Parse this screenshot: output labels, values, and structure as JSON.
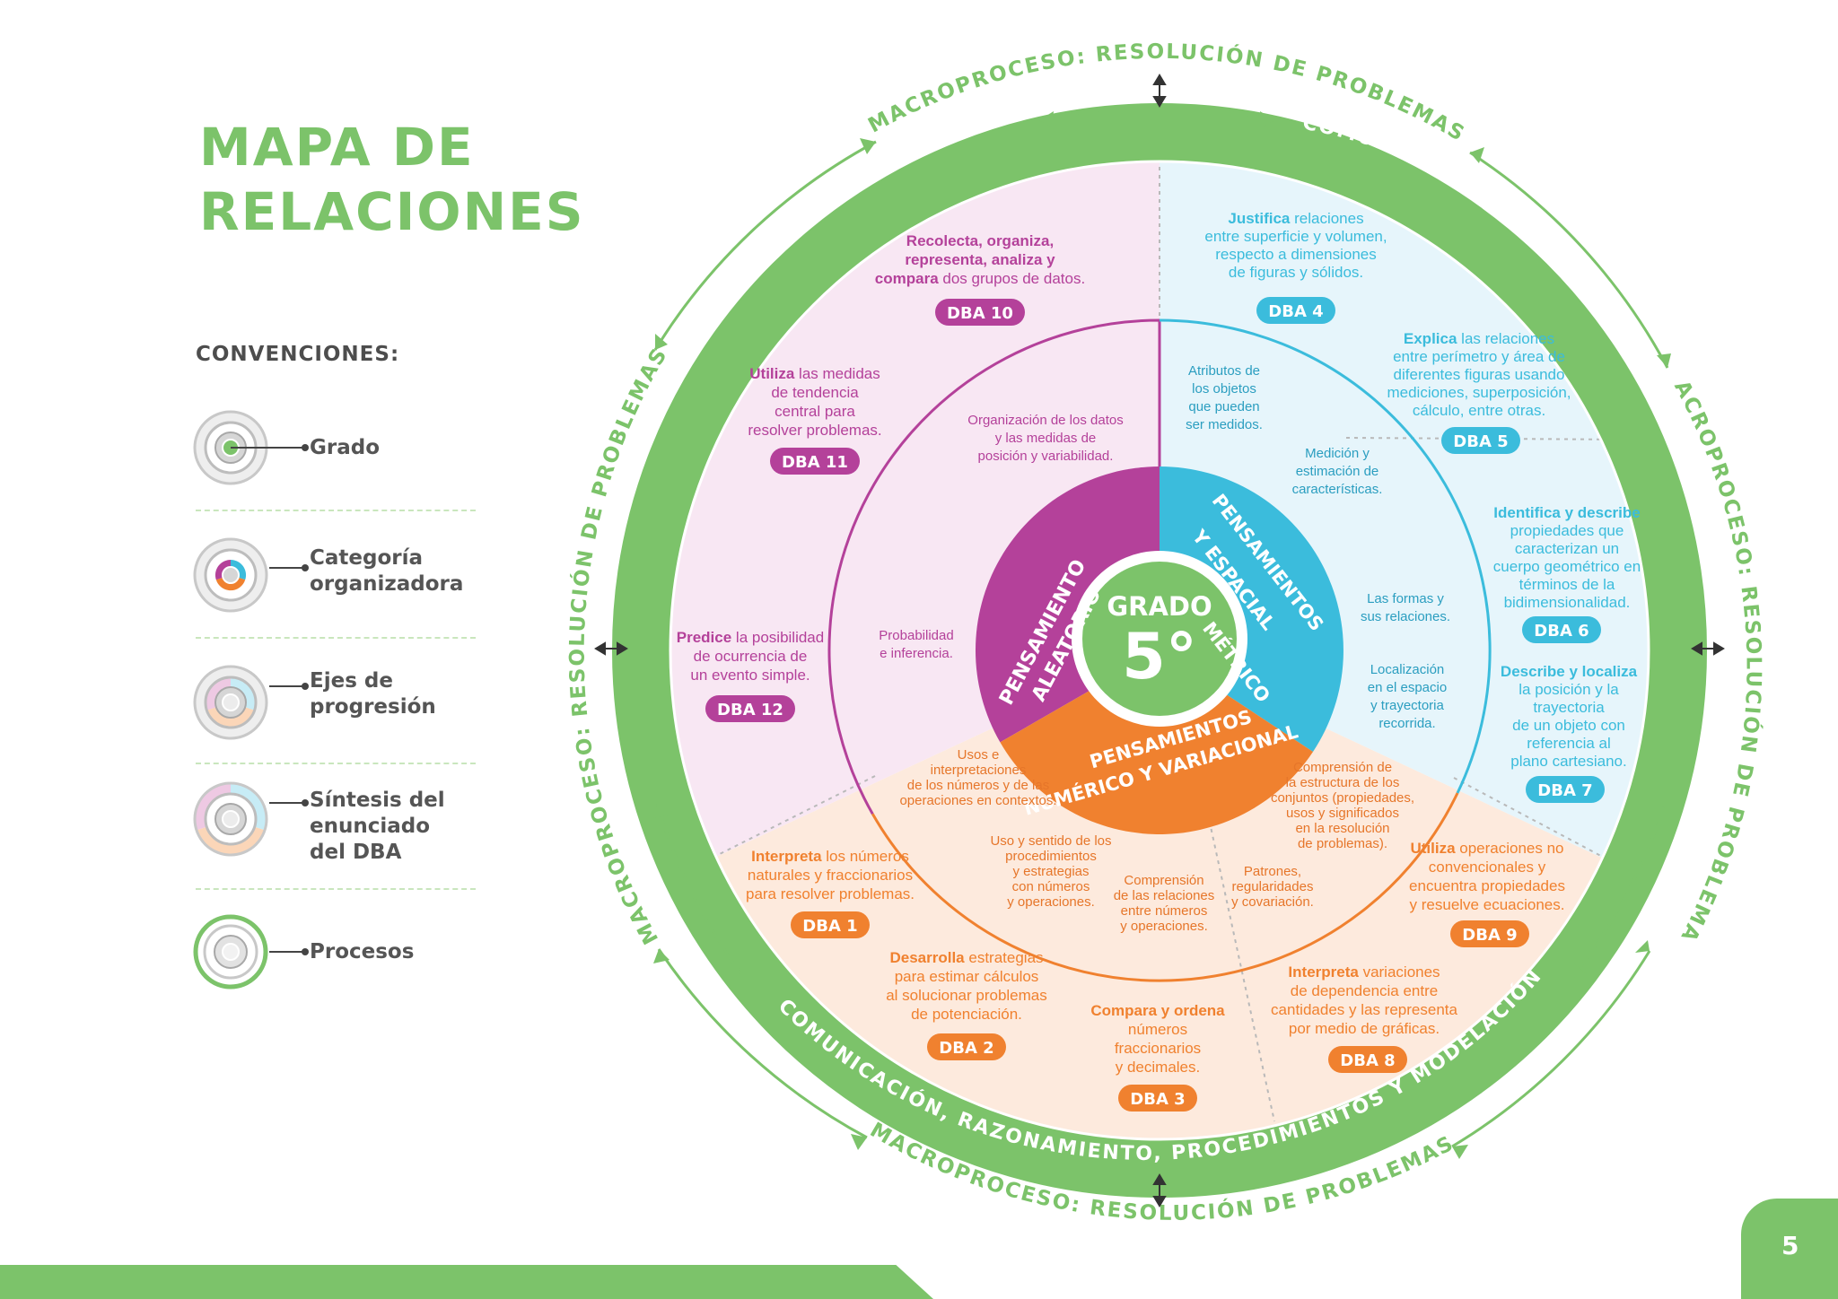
{
  "title": {
    "line1": "MAPA DE",
    "line2": "RELACIONES"
  },
  "conventions": {
    "heading": "CONVENCIONES:",
    "items": [
      {
        "lines": [
          "Grado"
        ]
      },
      {
        "lines": [
          "Categoría",
          "organizadora"
        ]
      },
      {
        "lines": [
          "Ejes de",
          "progresión"
        ]
      },
      {
        "lines": [
          "Síntesis del",
          "enunciado",
          "del DBA"
        ]
      },
      {
        "lines": [
          "Procesos"
        ]
      }
    ]
  },
  "center": {
    "label": "GRADO",
    "grade": "5°"
  },
  "categories": {
    "aleatorio": {
      "lines": [
        "PENSAMIENTO",
        "ALEATORIO"
      ],
      "color": "#b4419a"
    },
    "metrico": {
      "lines": [
        "PENSAMIENTOS",
        "MÉTRICO",
        "Y ESPACIAL"
      ],
      "color": "#3bbcdc"
    },
    "numerico": {
      "lines": [
        "PENSAMIENTOS",
        "NUMÉRICO Y VARIACIONAL"
      ],
      "color": "#f0812f"
    }
  },
  "outer_ring": {
    "macroproceso": "MACROPROCESO: RESOLUCIÓN DE PROBLEMAS",
    "procesos": "COMUNICACIÓN, RAZONAMIENTO, PROCEDIMIENTOS Y MODELACIÓN"
  },
  "axes": [
    {
      "lines": [
        "Organización de los datos",
        "y las medidas de",
        "posición y variabilidad."
      ],
      "color": "#b4419a"
    },
    {
      "lines": [
        "Probabilidad",
        "e inferencia."
      ],
      "color": "#b4419a"
    },
    {
      "lines": [
        "Atributos de",
        "los objetos",
        "que pueden",
        "ser medidos."
      ],
      "color": "#2b9ec0"
    },
    {
      "lines": [
        "Medición y",
        "estimación de",
        "características."
      ],
      "color": "#2b9ec0"
    },
    {
      "lines": [
        "Las formas y",
        "sus relaciones."
      ],
      "color": "#2b9ec0"
    },
    {
      "lines": [
        "Localización",
        "en el espacio",
        "y trayectoria",
        "recorrida."
      ],
      "color": "#2b9ec0"
    },
    {
      "lines": [
        "Usos e",
        "interpretaciones",
        "de los números y de las",
        "operaciones en contextos."
      ],
      "color": "#e6762a"
    },
    {
      "lines": [
        "Uso y sentido de los",
        "procedimientos",
        "y estrategias",
        "con números",
        "y operaciones."
      ],
      "color": "#e6762a"
    },
    {
      "lines": [
        "Comprensión",
        "de las relaciones",
        "entre números",
        "y operaciones."
      ],
      "color": "#e6762a"
    },
    {
      "lines": [
        "Patrones,",
        "regularidades",
        "y covariación."
      ],
      "color": "#e6762a"
    },
    {
      "lines": [
        "Comprensión de",
        "la estructura de los",
        "conjuntos (propiedades,",
        "usos y significados",
        "en la resolución",
        "de problemas)."
      ],
      "color": "#e6762a"
    }
  ],
  "dbas": [
    {
      "badge": "DBA 10",
      "color": "#b4419a",
      "lines": [
        {
          "b": "Recolecta, organiza,",
          "t": ""
        },
        {
          "b": "representa, analiza y",
          "t": ""
        },
        {
          "b": "compara",
          "t": " dos grupos de datos."
        }
      ]
    },
    {
      "badge": "DBA 11",
      "color": "#b4419a",
      "lines": [
        {
          "b": "Utiliza",
          "t": " las medidas"
        },
        {
          "b": "",
          "t": "de tendencia"
        },
        {
          "b": "",
          "t": "central para"
        },
        {
          "b": "",
          "t": "resolver problemas."
        }
      ]
    },
    {
      "badge": "DBA 12",
      "color": "#b4419a",
      "lines": [
        {
          "b": "Predice",
          "t": " la posibilidad"
        },
        {
          "b": "",
          "t": "de ocurrencia de"
        },
        {
          "b": "",
          "t": "un evento simple."
        }
      ]
    },
    {
      "badge": "DBA 4",
      "color": "#3bbcdc",
      "lines": [
        {
          "b": "Justifica",
          "t": " relaciones"
        },
        {
          "b": "",
          "t": "entre superficie y volumen,"
        },
        {
          "b": "",
          "t": "respecto a dimensiones"
        },
        {
          "b": "",
          "t": "de figuras y sólidos."
        }
      ]
    },
    {
      "badge": "DBA 5",
      "color": "#3bbcdc",
      "lines": [
        {
          "b": "Explica",
          "t": " las relaciones"
        },
        {
          "b": "",
          "t": "entre perímetro y área de"
        },
        {
          "b": "",
          "t": "diferentes figuras usando"
        },
        {
          "b": "",
          "t": "mediciones, superposición,"
        },
        {
          "b": "",
          "t": "cálculo, entre otras."
        }
      ]
    },
    {
      "badge": "DBA 6",
      "color": "#3bbcdc",
      "lines": [
        {
          "b": "Identifica y describe",
          "t": ""
        },
        {
          "b": "",
          "t": "propiedades que"
        },
        {
          "b": "",
          "t": "caracterizan un"
        },
        {
          "b": "",
          "t": "cuerpo geométrico en"
        },
        {
          "b": "",
          "t": "términos de la"
        },
        {
          "b": "",
          "t": "bidimensionalidad."
        }
      ]
    },
    {
      "badge": "DBA 7",
      "color": "#3bbcdc",
      "lines": [
        {
          "b": "Describe y localiza",
          "t": ""
        },
        {
          "b": "",
          "t": "la posición y la"
        },
        {
          "b": "",
          "t": "trayectoria"
        },
        {
          "b": "",
          "t": "de un objeto con"
        },
        {
          "b": "",
          "t": "referencia al"
        },
        {
          "b": "",
          "t": "plano cartesiano."
        }
      ]
    },
    {
      "badge": "DBA 1",
      "color": "#f0812f",
      "lines": [
        {
          "b": "Interpreta",
          "t": " los números"
        },
        {
          "b": "",
          "t": "naturales y fraccionarios"
        },
        {
          "b": "",
          "t": "para resolver problemas."
        }
      ]
    },
    {
      "badge": "DBA 2",
      "color": "#f0812f",
      "lines": [
        {
          "b": "Desarrolla",
          "t": " estrategias"
        },
        {
          "b": "",
          "t": "para estimar cálculos"
        },
        {
          "b": "",
          "t": "al solucionar problemas"
        },
        {
          "b": "",
          "t": "de potenciación."
        }
      ]
    },
    {
      "badge": "DBA 3",
      "color": "#f0812f",
      "lines": [
        {
          "b": "Compara y ordena",
          "t": ""
        },
        {
          "b": "",
          "t": "números"
        },
        {
          "b": "",
          "t": "fraccionarios"
        },
        {
          "b": "",
          "t": "y decimales."
        }
      ]
    },
    {
      "badge": "DBA 8",
      "color": "#f0812f",
      "lines": [
        {
          "b": "Interpreta",
          "t": " variaciones"
        },
        {
          "b": "",
          "t": "de dependencia entre"
        },
        {
          "b": "",
          "t": "cantidades y las representa"
        },
        {
          "b": "",
          "t": "por medio de gráficas."
        }
      ]
    },
    {
      "badge": "DBA 9",
      "color": "#f0812f",
      "lines": [
        {
          "b": "Utiliza",
          "t": " operaciones no"
        },
        {
          "b": "",
          "t": "convencionales y"
        },
        {
          "b": "",
          "t": "encuentra propiedades"
        },
        {
          "b": "",
          "t": "y resuelve ecuaciones."
        }
      ]
    }
  ],
  "page_number": "5",
  "colors": {
    "green": "#7cc36a",
    "purple": "#b4419a",
    "blue": "#3bbcdc",
    "orange": "#f0812f"
  }
}
